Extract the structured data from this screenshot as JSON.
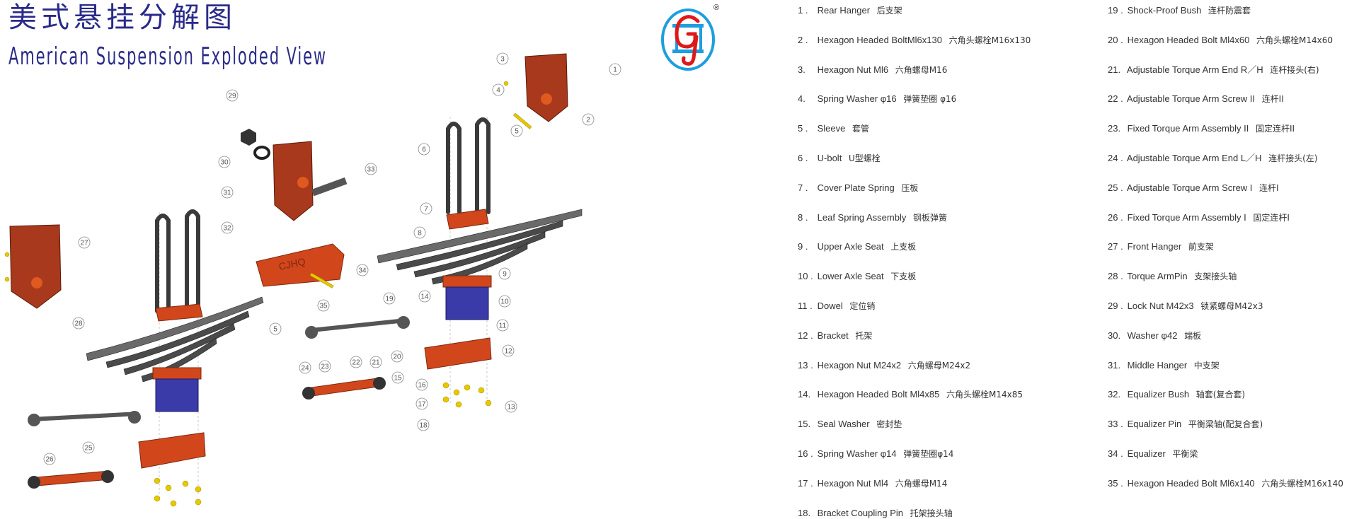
{
  "header": {
    "title_cn": "美式悬挂分解图",
    "title_en": "American Suspension Exploded View",
    "logo_text": "GJ",
    "registered_mark": "®"
  },
  "diagram": {
    "equalizer_marking": "CJHQ",
    "callouts": [
      "1",
      "2",
      "3",
      "4",
      "5",
      "6",
      "7",
      "8",
      "9",
      "10",
      "11",
      "12",
      "13",
      "14",
      "15",
      "16",
      "17",
      "18",
      "19",
      "20",
      "21",
      "22",
      "23",
      "24",
      "25",
      "26",
      "27",
      "28",
      "29",
      "30",
      "31",
      "32",
      "33",
      "34",
      "35",
      "5"
    ]
  },
  "parts_left": [
    {
      "num": "1 .",
      "en": "Rear Hanger",
      "cn": "后支架"
    },
    {
      "num": "2 .",
      "en": "Hexagon Headed BoltMl6x130",
      "cn": "六角头螺栓M16x130"
    },
    {
      "num": "3.",
      "en": " Hexagon Nut Ml6",
      "cn": "六角螺母M16"
    },
    {
      "num": "4.",
      "en": " Spring Washer φ16",
      "cn": "     弹簧垫圈 φ16"
    },
    {
      "num": "5 .",
      "en": "Sleeve",
      "cn": "套管"
    },
    {
      "num": "6 .",
      "en": "U-bolt",
      "cn": "U型螺栓"
    },
    {
      "num": "7 .",
      "en": "Cover Plate Spring",
      "cn": "压板"
    },
    {
      "num": "8 .",
      "en": "Leaf Spring Assembly",
      "cn": "钢板弹簧"
    },
    {
      "num": "9 .",
      "en": "Upper Axle Seat",
      "cn": "上支板"
    },
    {
      "num": "10 .",
      "en": "Lower Axle Seat",
      "cn": "下支板"
    },
    {
      "num": "11 .",
      "en": "Dowel",
      "cn": "定位销"
    },
    {
      "num": "12 .",
      "en": "Bracket",
      "cn": "托架"
    },
    {
      "num": "13 .",
      "en": "Hexagon Nut M24x2",
      "cn": "六角螺母M24x2"
    },
    {
      "num": "14.",
      "en": "Hexagon Headed Bolt Ml4x85",
      "cn": "六角头螺栓M14x85"
    },
    {
      "num": "15.",
      "en": "Seal Washer",
      "cn": "密封垫"
    },
    {
      "num": "16 .",
      "en": "Spring Washer φ14",
      "cn": "弹簧垫圈φ14"
    },
    {
      "num": "17 .",
      "en": "Hexagon Nut Ml4",
      "cn": "六角螺母M14"
    },
    {
      "num": "18.",
      "en": "Bracket Coupling Pin",
      "cn": "托架接头轴"
    }
  ],
  "parts_right": [
    {
      "num": "19 .",
      "en": "Shock-Proof Bush",
      "cn": "连杆防震套"
    },
    {
      "num": "20 .",
      "en": "Hexagon Headed Bolt Ml4x60",
      "cn": "六角头螺栓M14x60"
    },
    {
      "num": "21.",
      "en": "Adjustable Torque Arm End R／H",
      "cn": "连杆接头(右)"
    },
    {
      "num": "22 .",
      "en": "Adjustable Torque Arm Screw II",
      "cn": "连杆II"
    },
    {
      "num": "23.",
      "en": "Fixed Torque Arm Assembly II",
      "cn": "固定连杆II"
    },
    {
      "num": "24 .",
      "en": "Adjustable Torque Arm End L／H",
      "cn": "连杆接头(左)"
    },
    {
      "num": "25 .",
      "en": "Adjustable Torque Arm Screw I",
      "cn": "连杆I"
    },
    {
      "num": "26 .",
      "en": "Fixed Torque Arm Assembly I",
      "cn": "固定连杆I"
    },
    {
      "num": "27 .",
      "en": "Front Hanger",
      "cn": "前支架"
    },
    {
      "num": "28 .",
      "en": "Torque ArmPin",
      "cn": "支架接头轴"
    },
    {
      "num": "29 .",
      "en": "Lock Nut M42x3",
      "cn": "锁紧螺母M42x3"
    },
    {
      "num": "30.",
      "en": "Washer φ42",
      "cn": "端板"
    },
    {
      "num": "31.",
      "en": "Middle Hanger",
      "cn": "中支架"
    },
    {
      "num": "32.",
      "en": "Equalizer Bush",
      "cn": "轴套(复合套)"
    },
    {
      "num": "33 .",
      "en": "Equalizer Pin",
      "cn": "平衡梁轴(配复合套)"
    },
    {
      "num": "34 .",
      "en": "Equalizer",
      "cn": "平衡梁"
    },
    {
      "num": "35 .",
      "en": "Hexagon Headed Bolt Ml6x140",
      "cn": "六角头螺栓M16x140"
    }
  ],
  "colors": {
    "title": "#2a2a8a",
    "hanger": "#a8391c",
    "equalizer": "#d2461c",
    "axle_seat": "#3a3aa8",
    "spring": "#4a4a4a",
    "bolt": "#e8c800",
    "logo_ring": "#1e9ee0",
    "logo_letter": "#e01818"
  }
}
